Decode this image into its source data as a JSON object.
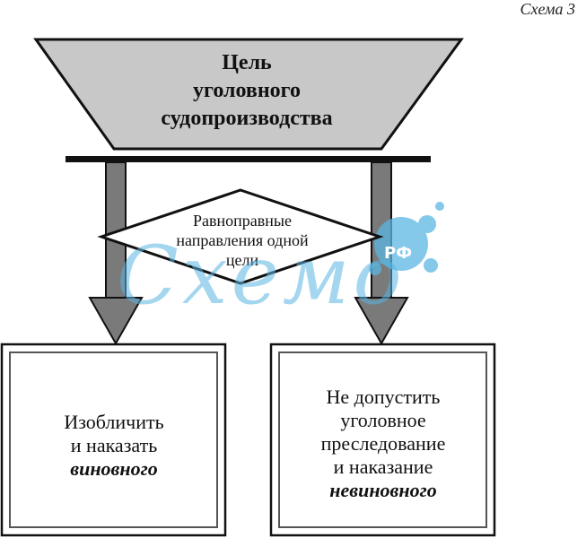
{
  "scheme_label": "Схема 3",
  "goal": {
    "lines": [
      "Цель",
      "уголовного",
      "судопроизводства"
    ]
  },
  "diamond": {
    "lines": [
      "Равноправные",
      "направления одной",
      "цели"
    ]
  },
  "left_box": {
    "lines": [
      "Изобличить",
      "и наказать"
    ],
    "emphasis": "виновного"
  },
  "right_box": {
    "lines": [
      "Не допустить",
      "уголовное",
      "преследование",
      "и наказание"
    ],
    "emphasis": "невиновного"
  },
  "watermark": {
    "text": "Схемо",
    "badge": "РФ"
  },
  "colors": {
    "trapezoid_fill": "#c8c8c8",
    "arrow_fill": "#7a7a7a",
    "outline": "#111111",
    "box_inner_border": "#555555",
    "watermark": "#5bb6e3"
  }
}
